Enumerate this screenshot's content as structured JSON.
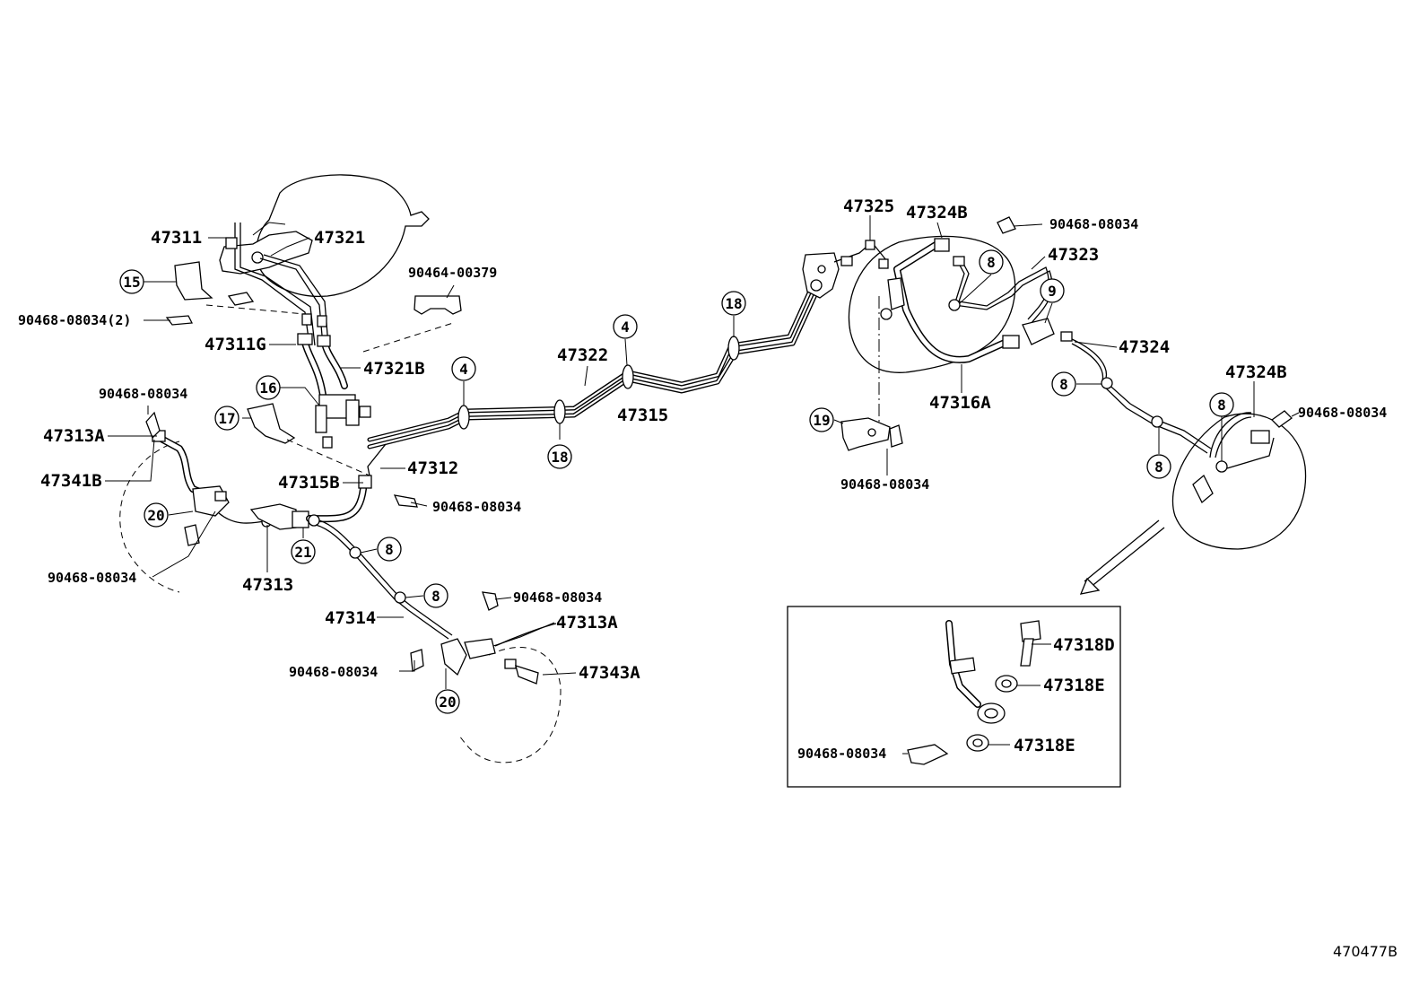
{
  "diagram": {
    "labels": {
      "p47311": "47311",
      "p47321": "47321",
      "p90464_00379": "90464-00379",
      "p90468_08034_2": "90468-08034(2)",
      "p47311G": "47311G",
      "p47321B": "47321B",
      "p90468_08034_a": "90468-08034",
      "p47313A_l": "47313A",
      "p47341B": "47341B",
      "p47315B": "47315B",
      "p47312": "47312",
      "p90468_08034_b": "90468-08034",
      "p90468_08034_c": "90468-08034",
      "p47313": "47313",
      "p47314": "47314",
      "p90468_08034_d": "90468-08034",
      "p47313A_r": "47313A",
      "p90468_08034_e": "90468-08034",
      "p47343A": "47343A",
      "p47322": "47322",
      "p47315": "47315",
      "p47325": "47325",
      "p47324B_t": "47324B",
      "p90468_08034_f": "90468-08034",
      "p47323": "47323",
      "p47324": "47324",
      "p47316A": "47316A",
      "p90468_08034_g": "90468-08034",
      "p47324B_r": "47324B",
      "p90468_08034_h": "90468-08034",
      "p47318D": "47318D",
      "p47318E_a": "47318E",
      "p47318E_b": "47318E",
      "p90468_08034_i": "90468-08034",
      "ref": "470477B"
    },
    "callouts": {
      "c15": "15",
      "c16": "16",
      "c17": "17",
      "c20a": "20",
      "c21": "21",
      "c8a": "8",
      "c8b": "8",
      "c20b": "20",
      "c4a": "4",
      "c18a": "18",
      "c4b": "4",
      "c18b": "18",
      "c8c": "8",
      "c9": "9",
      "c19": "19",
      "c8d": "8",
      "c8e": "8",
      "c8f": "8"
    }
  }
}
